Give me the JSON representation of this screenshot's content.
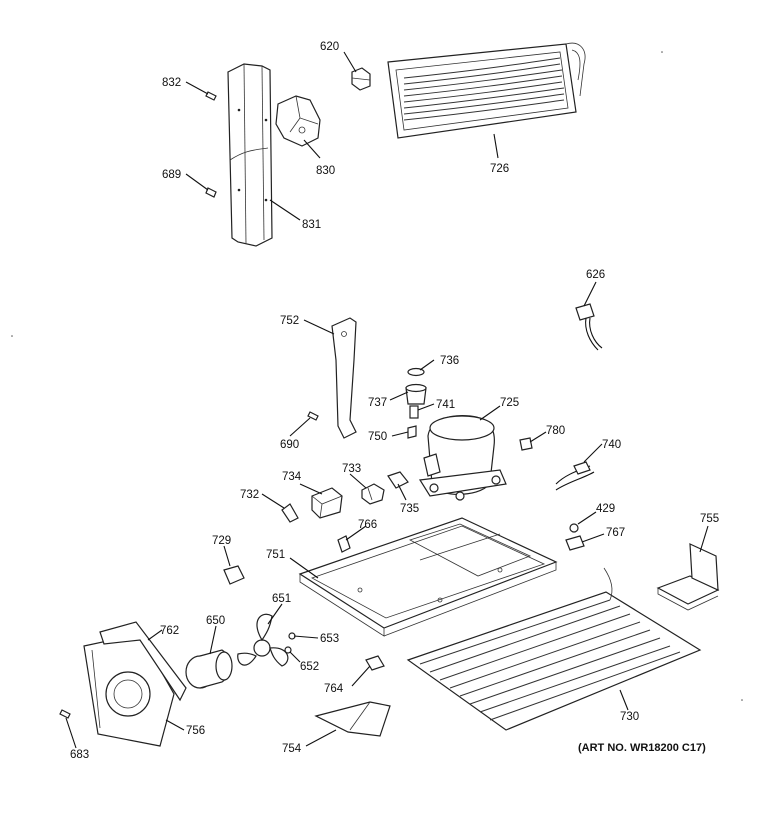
{
  "diagram": {
    "callouts": {
      "p620": "620",
      "p832": "832",
      "p830": "830",
      "p726": "726",
      "p689": "689",
      "p831": "831",
      "p626": "626",
      "p752": "752",
      "p736": "736",
      "p737": "737",
      "p741": "741",
      "p725": "725",
      "p690": "690",
      "p750": "750",
      "p780": "780",
      "p740": "740",
      "p733": "733",
      "p734": "734",
      "p732": "732",
      "p735": "735",
      "p429": "429",
      "p755": "755",
      "p767": "767",
      "p766": "766",
      "p729": "729",
      "p751": "751",
      "p651": "651",
      "p650": "650",
      "p762": "762",
      "p653": "653",
      "p652": "652",
      "p764": "764",
      "p730": "730",
      "p756": "756",
      "p754": "754",
      "p683": "683"
    },
    "art_number": "(ART NO. WR18200 C17)"
  }
}
